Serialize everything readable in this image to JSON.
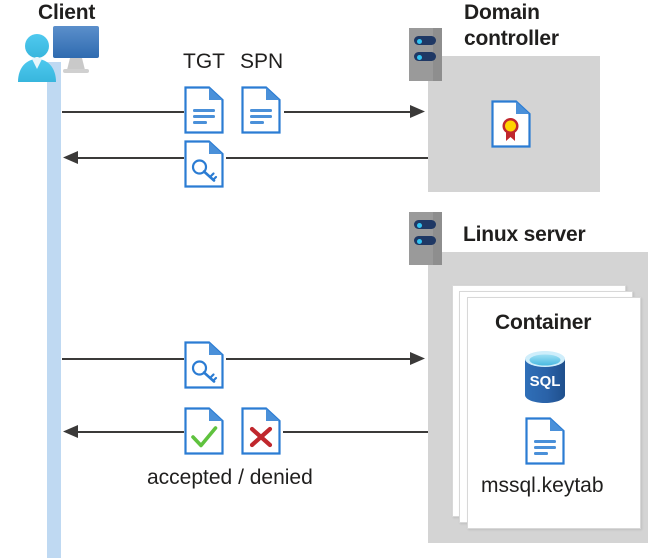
{
  "diagram": {
    "title": "Kerberos authentication flow between client, domain controller and Linux server container",
    "actors": {
      "client": {
        "label": "Client",
        "icon": "client-monitor-user-icon"
      },
      "domain_controller": {
        "label_line1": "Domain",
        "label_line2": "controller",
        "rack_icon": "server-rack-icon",
        "content_icon": "certificate-document-icon"
      },
      "linux_server": {
        "label": "Linux server",
        "rack_icon": "server-rack-icon",
        "container": {
          "label": "Container",
          "database_icon": "sql-database-icon",
          "database_label": "SQL",
          "keytab_icon": "document-lines-icon",
          "keytab_label": "mssql.keytab"
        }
      }
    },
    "messages": [
      {
        "id": "msg-tgt-spn-request",
        "direction": "right",
        "labels": [
          "TGT",
          "SPN"
        ],
        "icons": [
          "document-lines-icon",
          "document-lines-icon"
        ]
      },
      {
        "id": "msg-service-ticket-response",
        "direction": "left",
        "labels": [],
        "icons": [
          "document-key-icon"
        ]
      },
      {
        "id": "msg-ticket-presented",
        "direction": "right",
        "labels": [],
        "icons": [
          "document-key-icon"
        ]
      },
      {
        "id": "msg-accepted-denied",
        "direction": "left",
        "labels": [
          "accepted / denied"
        ],
        "icons": [
          "document-check-icon",
          "document-cross-icon"
        ]
      }
    ],
    "colors": {
      "panel_gray": "#d4d4d4",
      "rack_gray": "#9a9a9a",
      "rack_pill_navy": "#1f3864",
      "rack_dot_cyan": "#31c4f3",
      "lifeline_blue": "#bfd9f2",
      "doc_border_blue": "#2b7cd3",
      "doc_fold_blue": "#4a90d9",
      "doc_line_blue": "#4a90d9",
      "monitor_blue": "#4a7ebb",
      "person_cyan": "#41c4ea",
      "sql_blue": "#2a6bb5",
      "sql_top_cyan": "#5fc8e8",
      "check_green": "#5fc23e",
      "cross_red": "#c0272d",
      "ribbon_red": "#c0272d",
      "ribbon_yellow": "#ffd400",
      "line_dark": "#3b3a39",
      "text_dark": "#201f1e"
    }
  }
}
